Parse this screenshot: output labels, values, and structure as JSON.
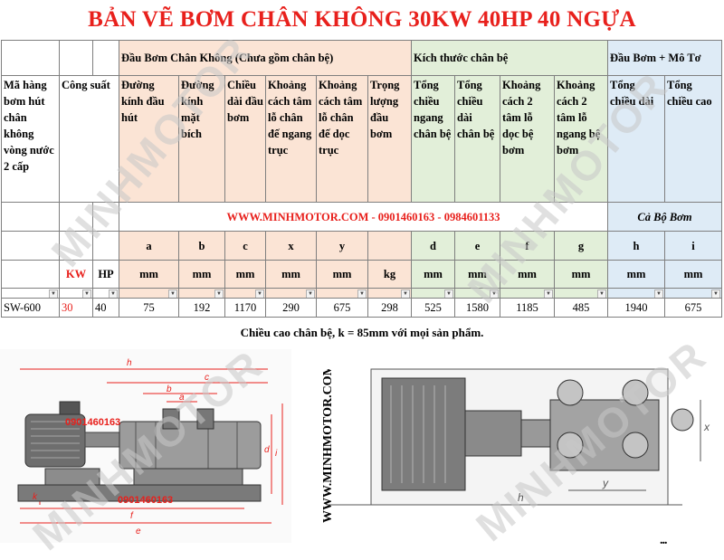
{
  "title": "BẢN VẼ BƠM CHÂN KHÔNG 30KW 40HP 40 NGỰA",
  "groups": {
    "pump_head": "Đầu Bơm Chân Không (Chưa gồm chân bệ)",
    "base_size": "Kích thước chân bệ",
    "pump_motor": "Đầu Bơm + Mô Tơ"
  },
  "headers": {
    "model": "Mã hàng bơm hút chân không vòng nước 2 cấp",
    "power": "Công suất",
    "suction_dia": "Đường kính đầu hút",
    "flange_dia": "Đường kính mặt bích",
    "head_length": "Chiều dài đầu bơm",
    "foot_hole_horizontal": "Khoảng cách tâm lỗ chân đế ngang trục",
    "foot_hole_vertical": "Khoảng cách tâm lỗ chân đế dọc trục",
    "weight": "Trọng lượng đầu bơm",
    "base_width": "Tổng chiều ngang chân bệ",
    "base_length": "Tổng chiều dài chân bệ",
    "base_hole_vertical": "Khoảng cách 2 tâm lỗ dọc bệ bơm",
    "base_hole_horizontal": "Khoảng cách 2 tâm lỗ ngang bệ bơm",
    "total_length": "Tổng chiều dài",
    "total_height": "Tổng chiều cao"
  },
  "website_line": "WWW.MINHMOTOR.COM - 0901460163 - 0984601133",
  "whole_set": "Cả Bộ Bơm",
  "letters": [
    "a",
    "b",
    "c",
    "x",
    "y",
    "",
    "d",
    "e",
    "f",
    "g",
    "h",
    "i"
  ],
  "units": {
    "kw": "KW",
    "hp": "HP",
    "row": [
      "mm",
      "mm",
      "mm",
      "mm",
      "mm",
      "kg",
      "mm",
      "mm",
      "mm",
      "mm",
      "mm",
      "mm"
    ]
  },
  "product": {
    "model": "SW-600",
    "kw": "30",
    "hp": "40",
    "values": [
      "75",
      "192",
      "1170",
      "290",
      "675",
      "298",
      "525",
      "1580",
      "1185",
      "485",
      "1940",
      "675"
    ]
  },
  "note": "Chiều cao chân bệ, k = 85mm với mọi sản phẩm.",
  "drawing": {
    "phone": "0901460163",
    "dim_labels": [
      "h",
      "c",
      "b",
      "a",
      "d",
      "i",
      "k",
      "f",
      "e",
      "x",
      "y",
      "h"
    ],
    "vertical_site": "WWW.MINHMOTOR.COM",
    "watermark": "MINHMOTOR",
    "dots": "..."
  },
  "colors": {
    "title_red": "#e8201c",
    "pump_head_bg": "#fbe4d5",
    "base_bg": "#e2efd9",
    "motor_bg": "#deebf6"
  }
}
